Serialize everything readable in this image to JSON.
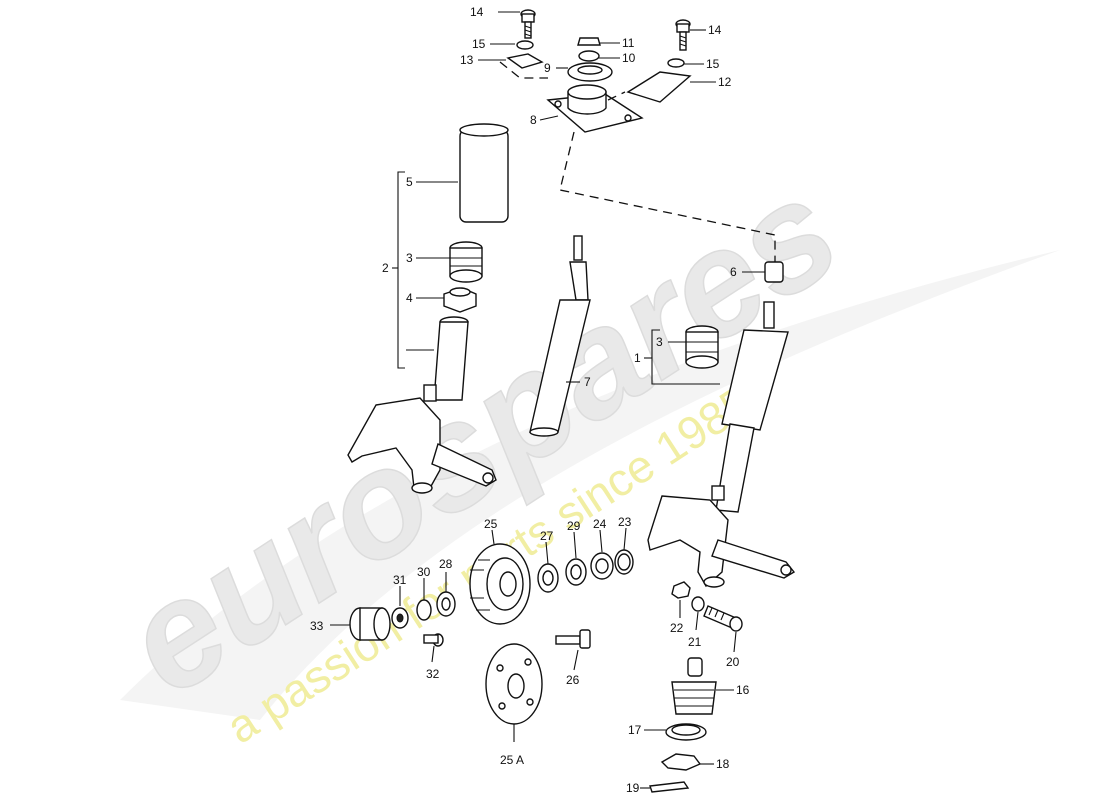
{
  "watermark": {
    "brand": "eurospares",
    "tagline": "a passion for parts since 1985"
  },
  "callouts": [
    {
      "id": "c14a",
      "text": "14"
    },
    {
      "id": "c15a",
      "text": "15"
    },
    {
      "id": "c13",
      "text": "13"
    },
    {
      "id": "c11",
      "text": "11"
    },
    {
      "id": "c10",
      "text": "10"
    },
    {
      "id": "c9",
      "text": "9"
    },
    {
      "id": "c8",
      "text": "8"
    },
    {
      "id": "c14b",
      "text": "14"
    },
    {
      "id": "c15b",
      "text": "15"
    },
    {
      "id": "c12",
      "text": "12"
    },
    {
      "id": "c5",
      "text": "5"
    },
    {
      "id": "c2",
      "text": "2"
    },
    {
      "id": "c3a",
      "text": "3"
    },
    {
      "id": "c4",
      "text": "4"
    },
    {
      "id": "c6",
      "text": "6"
    },
    {
      "id": "c3b",
      "text": "3"
    },
    {
      "id": "c1",
      "text": "1"
    },
    {
      "id": "c7",
      "text": "7"
    },
    {
      "id": "c25",
      "text": "25"
    },
    {
      "id": "c27",
      "text": "27"
    },
    {
      "id": "c29",
      "text": "29"
    },
    {
      "id": "c24",
      "text": "24"
    },
    {
      "id": "c23",
      "text": "23"
    },
    {
      "id": "c28",
      "text": "28"
    },
    {
      "id": "c30",
      "text": "30"
    },
    {
      "id": "c31",
      "text": "31"
    },
    {
      "id": "c33",
      "text": "33"
    },
    {
      "id": "c32",
      "text": "32"
    },
    {
      "id": "c26",
      "text": "26"
    },
    {
      "id": "c25A",
      "text": "25 A"
    },
    {
      "id": "c22",
      "text": "22"
    },
    {
      "id": "c21",
      "text": "21"
    },
    {
      "id": "c20",
      "text": "20"
    },
    {
      "id": "c16",
      "text": "16"
    },
    {
      "id": "c17",
      "text": "17"
    },
    {
      "id": "c18",
      "text": "18"
    },
    {
      "id": "c19",
      "text": "19"
    }
  ]
}
